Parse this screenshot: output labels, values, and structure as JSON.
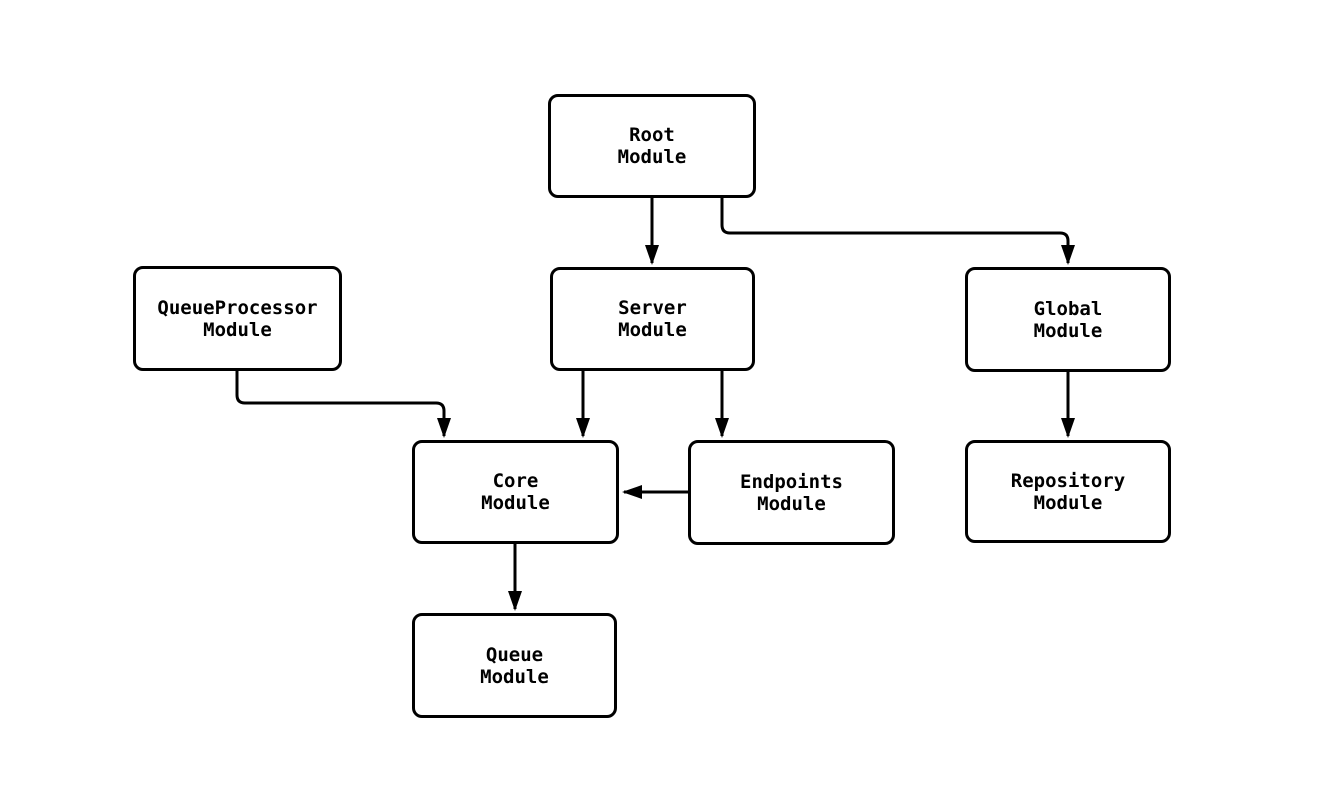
{
  "diagram": {
    "type": "flowchart",
    "background_color": "#ffffff",
    "node_fill_color": "#ffffff",
    "line_color": "#000000",
    "text_color": "#000000",
    "nodes": [
      {
        "id": "root",
        "label": "Root\nModule"
      },
      {
        "id": "queueprocessor",
        "label": "QueueProcessor\nModule"
      },
      {
        "id": "server",
        "label": "Server\nModule"
      },
      {
        "id": "global",
        "label": "Global\nModule"
      },
      {
        "id": "core",
        "label": "Core\nModule"
      },
      {
        "id": "endpoints",
        "label": "Endpoints\nModule"
      },
      {
        "id": "repository",
        "label": "Repository\nModule"
      },
      {
        "id": "queue",
        "label": "Queue\nModule"
      }
    ],
    "edges": [
      {
        "from": "Root Module",
        "to": "Server Module"
      },
      {
        "from": "Root Module",
        "to": "Global Module"
      },
      {
        "from": "QueueProcessor Module",
        "to": "Core Module"
      },
      {
        "from": "Server Module",
        "to": "Core Module"
      },
      {
        "from": "Server Module",
        "to": "Endpoints Module"
      },
      {
        "from": "Global Module",
        "to": "Repository Module"
      },
      {
        "from": "Endpoints Module",
        "to": "Core Module"
      },
      {
        "from": "Core Module",
        "to": "Queue Module"
      }
    ]
  }
}
